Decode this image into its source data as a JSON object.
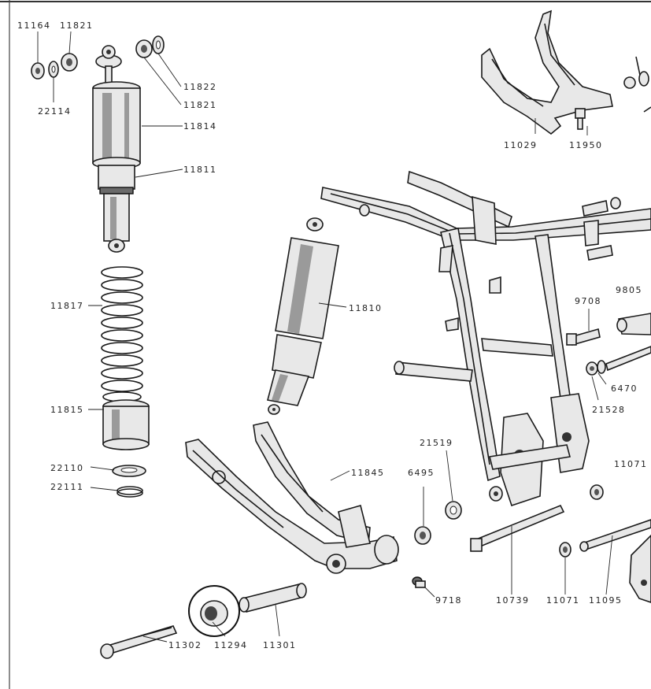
{
  "labels": {
    "l11164": "11164",
    "l11821a": "11821",
    "l22114": "22114",
    "l11822": "11822",
    "l11821b": "11821",
    "l11814": "11814",
    "l11811": "11811",
    "l11817": "11817",
    "l11815": "11815",
    "l22110": "22110",
    "l22111": "22111",
    "l11810": "11810",
    "l11845": "11845",
    "l11302": "11302",
    "l11294": "11294",
    "l11301": "11301",
    "l9718": "9718",
    "l10739": "10739",
    "l11071a": "11071",
    "l11095": "11095",
    "l11071b": "11071",
    "l6495": "6495",
    "l21519": "21519",
    "l11029": "11029",
    "l11950": "11950",
    "l9708": "9708",
    "l9805": "9805",
    "l6470": "6470",
    "l21528": "21528"
  }
}
